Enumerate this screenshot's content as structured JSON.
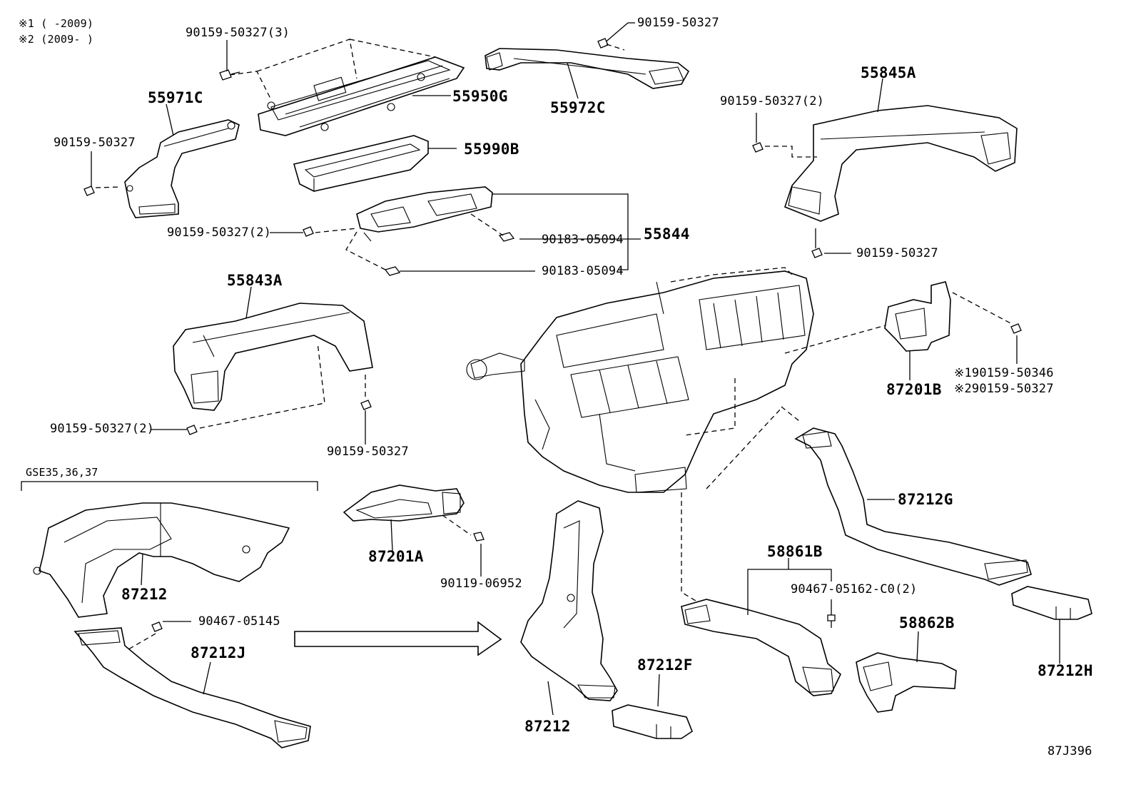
{
  "notes": [
    "※1 (     -2009)",
    "※2 (2009-     )"
  ],
  "group_label": "GSE35,36,37",
  "drawing_code": "87J396",
  "labels": {
    "b_90159_50327_3": "90159-50327(3)",
    "b_90159_50327_top": "90159-50327",
    "p_55971C": "55971C",
    "p_55950G": "55950G",
    "p_55972C": "55972C",
    "p_55845A": "55845A",
    "b_90159_50327_left": "90159-50327",
    "b_90159_50327_2_right": "90159-50327(2)",
    "p_55990B": "55990B",
    "b_90159_50327_2_mid": "90159-50327(2)",
    "p_55844": "55844",
    "n_90183_05094_a": "90183-05094",
    "n_90183_05094_b": "90183-05094",
    "b_90159_50327_right_low": "90159-50327",
    "p_55843A": "55843A",
    "b_90159_50327_2_low": "90159-50327(2)",
    "b_90159_50327_bottom": "90159-50327",
    "b_s1": "※190159-50346",
    "b_s2": "※290159-50327",
    "p_87201B": "87201B",
    "p_87212G": "87212G",
    "p_87212_a": "87212",
    "p_87201A": "87201A",
    "b_90119_06952": "90119-06952",
    "c_90467_05145": "90467-05145",
    "p_87212J": "87212J",
    "p_58861B": "58861B",
    "c_90467_05162": "90467-05162-C0(2)",
    "p_58862B": "58862B",
    "p_87212F": "87212F",
    "p_87212_b": "87212",
    "p_87212H": "87212H"
  }
}
